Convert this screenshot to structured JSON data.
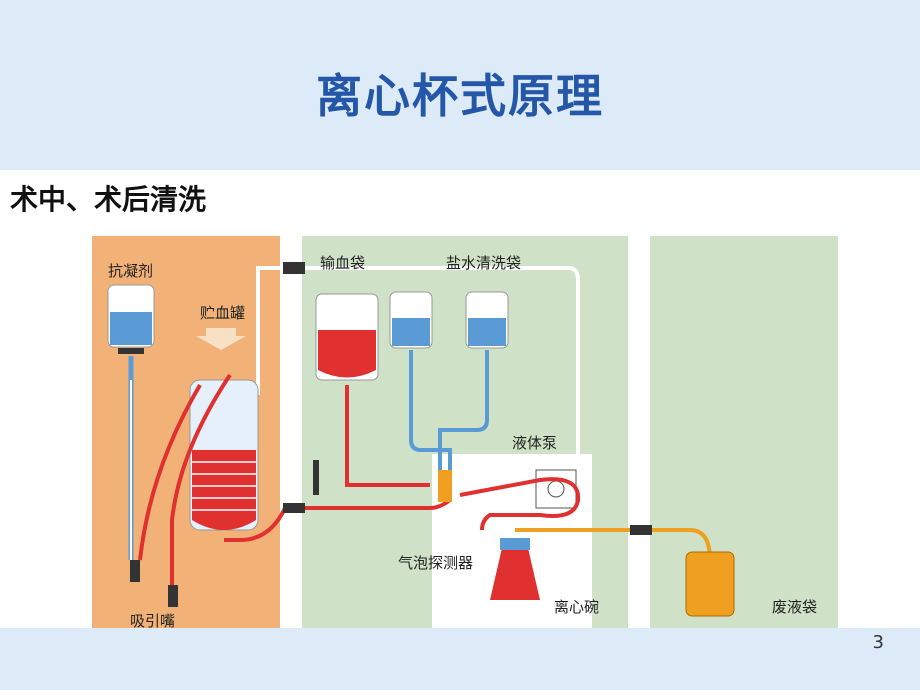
{
  "slide": {
    "title": "离心杯式原理",
    "page_number": "3"
  },
  "figure": {
    "heading": "术中、术后清洗",
    "labels": {
      "anticoagulant": "抗凝剂",
      "reservoir": "贮血罐",
      "transfusion_bag": "输血袋",
      "saline_bag": "盐水清洗袋",
      "fluid_pump": "液体泵",
      "bubble_detector": "气泡探测器",
      "centrifuge_bowl": "离心碗",
      "waste_bag": "废液袋",
      "suction": "吸引嘴"
    },
    "colors": {
      "orange_zone": "#f1b177",
      "green_zone": "#cfe1c6",
      "blood": "#e03030",
      "saline": "#5b9bd5",
      "waste": "#f0a020"
    }
  }
}
